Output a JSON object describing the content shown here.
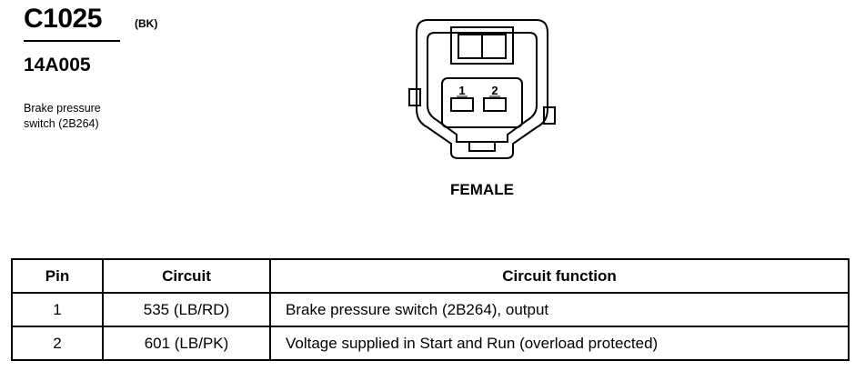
{
  "header": {
    "connector_id": "C1025",
    "connector_color": "(BK)",
    "harness_id": "14A005",
    "component_lines": [
      "Brake pressure",
      "switch (2B264)"
    ]
  },
  "connector": {
    "pin_labels": [
      "1",
      "2"
    ],
    "gender": "FEMALE"
  },
  "table": {
    "headers": [
      "Pin",
      "Circuit",
      "Circuit function"
    ],
    "rows": [
      {
        "pin": "1",
        "circuit": "535 (LB/RD)",
        "function": "Brake pressure switch (2B264), output"
      },
      {
        "pin": "2",
        "circuit": "601 (LB/PK)",
        "function": "Voltage supplied in Start and Run (overload protected)"
      }
    ]
  }
}
